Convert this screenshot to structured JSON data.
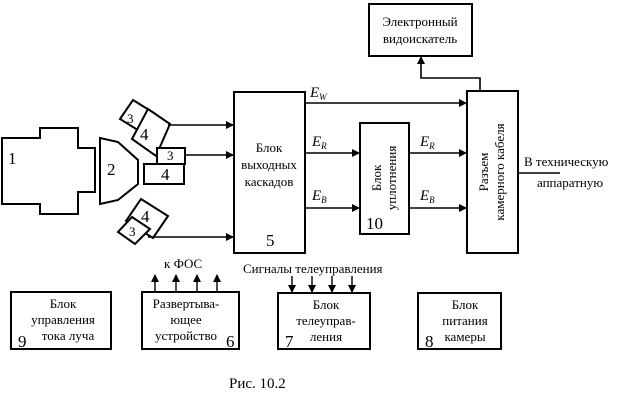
{
  "labels": {
    "camera_num": "1",
    "optics_num": "2",
    "tube3": "3",
    "tube4": "4",
    "output_block_line1": "Блок",
    "output_block_line2": "выходных",
    "output_block_line3": "каскадов",
    "output_block_num": "5",
    "seal_block_line1": "Блок",
    "seal_block_line2": "уплотнения",
    "seal_block_num": "10",
    "viewfinder_line1": "Электронный",
    "viewfinder_line2": "видоискатель",
    "connector_line1": "Разъем",
    "connector_line2": "камерного кабеля",
    "output_note_line1": "В техническую",
    "output_note_line2": "аппаратную",
    "signal_E": "E",
    "sub_W": "W",
    "sub_R": "R",
    "sub_B": "B",
    "fos_label": "к ФОС",
    "telecontrol_signals": "Сигналы телеуправления",
    "block9_line1": "Блок",
    "block9_line2": "управления",
    "block9_line3": "тока луча",
    "block9_num": "9",
    "block6_line1": "Развертыва-",
    "block6_line2": "ющее",
    "block6_line3": "устройство",
    "block6_num": "6",
    "block7_line1": "Блок",
    "block7_line2": "телеуправ-",
    "block7_line3": "ления",
    "block7_num": "7",
    "block8_line1": "Блок",
    "block8_line2": "питания",
    "block8_line3": "камеры",
    "block8_num": "8",
    "caption": "Рис. 10.2"
  }
}
